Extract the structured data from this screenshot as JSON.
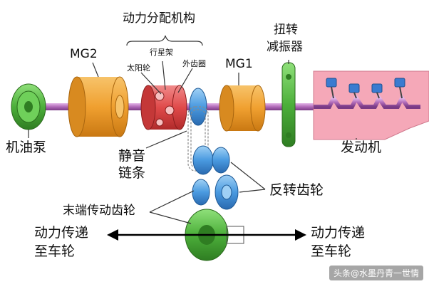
{
  "labels": {
    "power_split_device": "动力分配机构",
    "mg2": "MG2",
    "planet_carrier": "行星架",
    "sun_gear": "太阳轮",
    "ring_gear": "外齿圈",
    "mg1": "MG1",
    "torsional_damper_line1": "扭转",
    "torsional_damper_line2": "减振器",
    "oil_pump": "机油泵",
    "engine": "发动机",
    "silent_chain_line1": "静音",
    "silent_chain_line2": "链条",
    "counter_gear": "反转齿轮",
    "final_drive_gear": "末端传动齿轮",
    "power_to_wheels_left_line1": "动力传递",
    "power_to_wheels_left_line2": "至车轮",
    "power_to_wheels_right_line1": "动力传递",
    "power_to_wheels_right_line2": "至车轮"
  },
  "watermark": "头条@水墨丹青一世情",
  "colors": {
    "oil_pump": "#4caf3a",
    "mg": "#f0a030",
    "power_split": "#e04a4a",
    "damper": "#46b84a",
    "engine_bg": "#f5a8b8",
    "shaft": "#b06ab8",
    "gear_blue": "#4a9ae0"
  }
}
